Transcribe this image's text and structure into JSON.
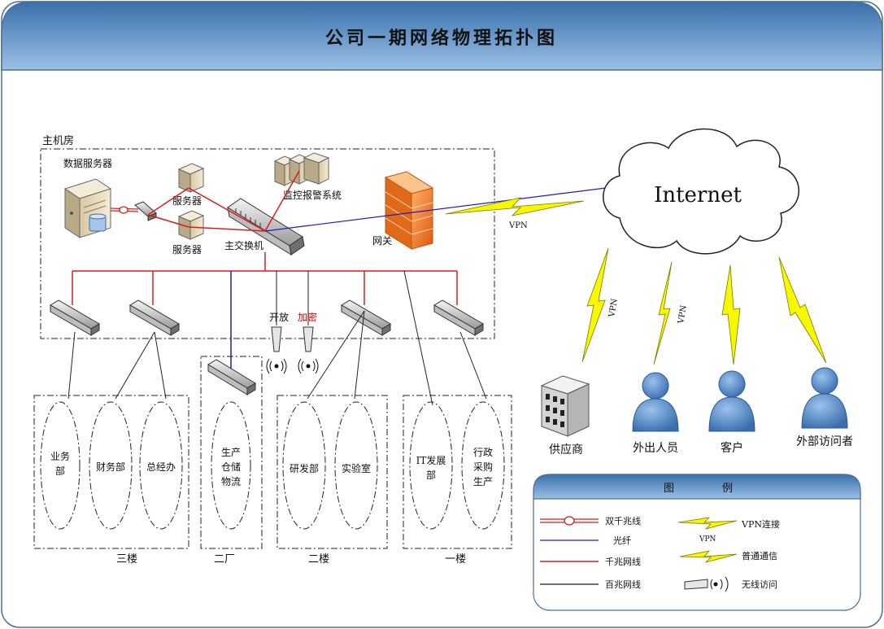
{
  "title": "公司一期网络物理拓扑图",
  "server_room": {
    "label": "主机房",
    "data_server": "数据服务器",
    "server_1": "服务器",
    "server_2": "服务器",
    "monitoring": "监控报警系统",
    "main_switch": "主交换机",
    "gateway": "网关",
    "ap_open": "开放",
    "ap_encrypted": "加密"
  },
  "internet": {
    "label": "Internet",
    "vpn_label": "VPN"
  },
  "remote_users": [
    {
      "name": "供应商",
      "link": "VPN"
    },
    {
      "name": "外出人员",
      "link": "VPN"
    },
    {
      "name": "客户",
      "link": ""
    },
    {
      "name": "外部访问者",
      "link": ""
    }
  ],
  "floors": [
    {
      "name": "三楼",
      "departments": [
        "业务\n部",
        "财务部",
        "总经办"
      ]
    },
    {
      "name": "二厂",
      "departments": [
        "生产\n仓储\n物流"
      ]
    },
    {
      "name": "二楼",
      "departments": [
        "研发部",
        "实验室"
      ]
    },
    {
      "name": "一楼",
      "departments": [
        "IT发展\n部",
        "行政\n采购\n生产"
      ]
    }
  ],
  "legend": {
    "title_left": "图",
    "title_right": "例",
    "items": [
      {
        "key": "dual-gigabit",
        "label": "双千兆线"
      },
      {
        "key": "fiber",
        "label": "光纤"
      },
      {
        "key": "gigabit",
        "label": "千兆网线"
      },
      {
        "key": "fast-ethernet",
        "label": "百兆网线"
      },
      {
        "key": "vpn",
        "label": "VPN连接",
        "sub": "VPN"
      },
      {
        "key": "normal",
        "label": "普通通信"
      },
      {
        "key": "wireless",
        "label": "无线访问"
      }
    ]
  },
  "colors": {
    "header_top": "#3f74ad",
    "header_bottom": "#8ab3dc",
    "gigabit": "#d81e1e",
    "fiber": "#1d1dbb",
    "fast_ethernet": "#1a1a1a",
    "lightning": "#f5f500",
    "person": "#4f86c6",
    "firewall": "#f07a1a",
    "encrypted_label": "#e00000"
  }
}
